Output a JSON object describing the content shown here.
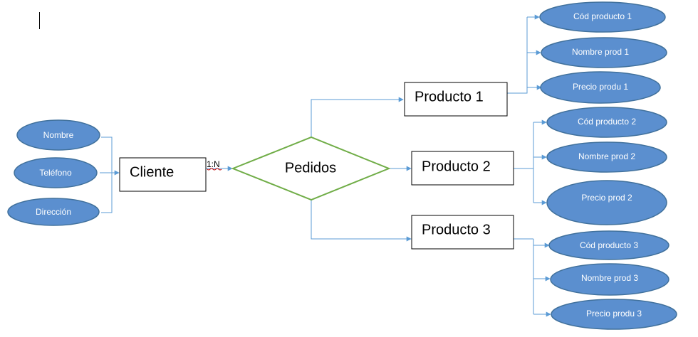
{
  "colors": {
    "ellipse_fill": "#5b8fcf",
    "ellipse_stroke": "#41719c",
    "connector": "#5b9bd5",
    "diamond_stroke": "#70ad47",
    "box_stroke": "#000000",
    "spell_underline": "#c00000"
  },
  "client_attributes": [
    "Nombre",
    "Teléfono",
    "Dirección"
  ],
  "entities": {
    "cliente": "Cliente",
    "pedidos": "Pedidos",
    "cardinality": "1:N"
  },
  "products": [
    {
      "name": "Producto 1",
      "attributes": [
        "Cód producto 1",
        "Nombre prod 1",
        "Precio produ 1"
      ]
    },
    {
      "name": "Producto 2",
      "attributes": [
        "Cód producto 2",
        "Nombre prod 2",
        "Precio prod 2"
      ]
    },
    {
      "name": "Producto 3",
      "attributes": [
        "Cód producto 3",
        "Nombre prod 3",
        "Precio produ 3"
      ]
    }
  ]
}
